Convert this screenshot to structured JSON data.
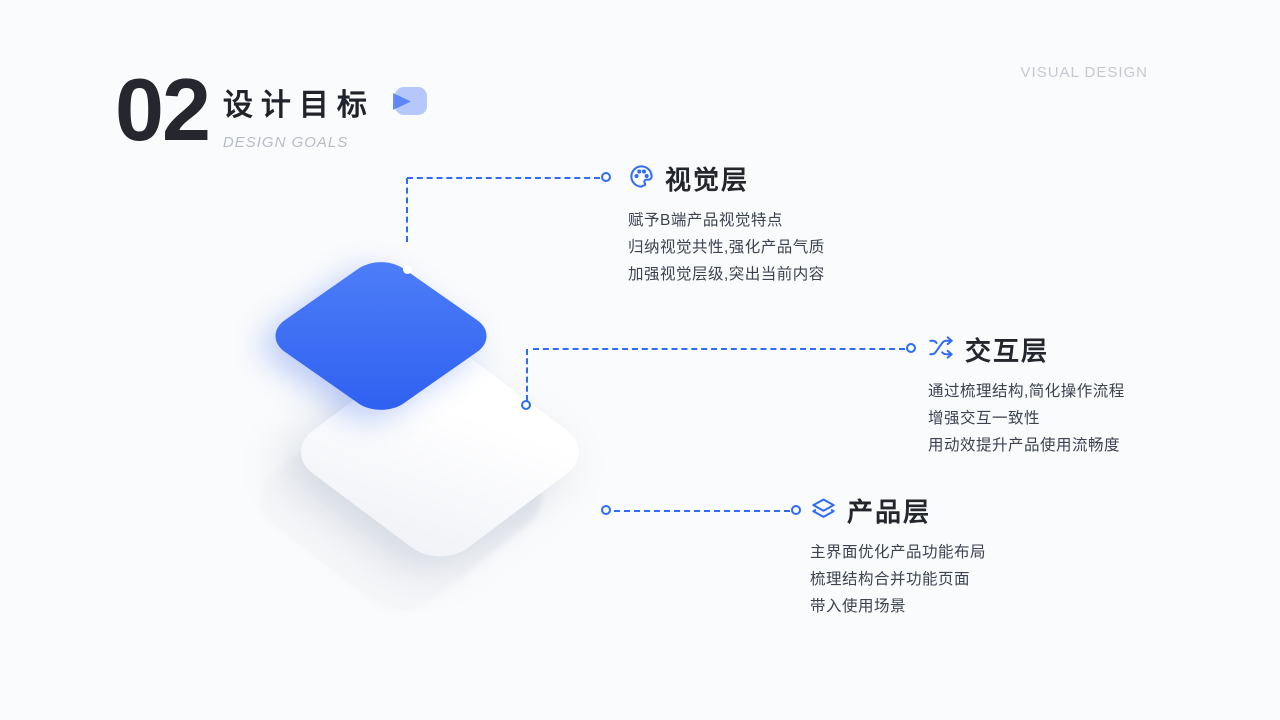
{
  "page": {
    "watermark": "VISUAL DESIGN",
    "section_number": "02",
    "title": "设计目标",
    "subtitle": "DESIGN GOALS"
  },
  "colors": {
    "accent_blue": "#2f6cf6",
    "card_blue_gradient_start": "#4f7ff8",
    "card_blue_gradient_end": "#2d5ff0",
    "heading_text": "#23262c",
    "body_text": "#3c4250",
    "muted_text": "#c5c9d0"
  },
  "icons": {
    "header_badge": "play-badge-icon",
    "visual": "palette-icon",
    "interaction": "shuffle-arrows-icon",
    "product": "layers-icon"
  },
  "sections": [
    {
      "title": "视觉层",
      "lines": [
        "赋予B端产品视觉特点",
        "归纳视觉共性,强化产品气质",
        "加强视觉层级,突出当前内容"
      ]
    },
    {
      "title": "交互层",
      "lines": [
        "通过梳理结构,简化操作流程",
        "增强交互一致性",
        "用动效提升产品使用流畅度"
      ]
    },
    {
      "title": "产品层",
      "lines": [
        "主界面优化产品功能布局",
        "梳理结构合并功能页面",
        "带入使用场景"
      ]
    }
  ]
}
